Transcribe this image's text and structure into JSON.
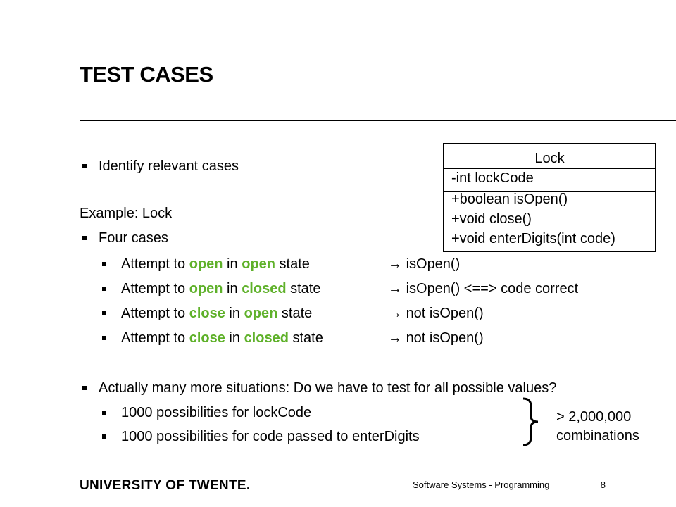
{
  "slide": {
    "title": "TEST CASES",
    "bullet1": "Identify relevant cases",
    "example_label": "Example: Lock",
    "four_cases": "Four cases",
    "cases": [
      {
        "pre": "Attempt to ",
        "action": "open",
        "mid": " in ",
        "state": "open",
        "post": " state",
        "result": "isOpen()"
      },
      {
        "pre": "Attempt to ",
        "action": "open",
        "mid": " in ",
        "state": "closed",
        "post": " state",
        "result": "isOpen() <==> code correct"
      },
      {
        "pre": "Attempt to ",
        "action": "close",
        "mid": " in ",
        "state": "open",
        "post": " state",
        "result": "not isOpen()"
      },
      {
        "pre": "Attempt to ",
        "action": "close",
        "mid": " in ",
        "state": "closed",
        "post": " state",
        "result": "not isOpen()"
      }
    ],
    "arrow": "→",
    "many_more": "Actually many more situations: Do we have to test for all possible values?",
    "possibilities": [
      "1000 possibilities for lockCode",
      "1000 possibilities for code passed to enterDigits"
    ],
    "combinations_line1": "> 2,000,000",
    "combinations_line2": "combinations"
  },
  "uml": {
    "class_name": "Lock",
    "attribute": "-int lockCode",
    "operations": [
      "+boolean isOpen()",
      "+void close()",
      "+void enterDigits(int code)"
    ]
  },
  "footer": {
    "logo": "UNIVERSITY OF TWENTE.",
    "course": "Software Systems - Programming",
    "page": "8"
  },
  "colors": {
    "highlight": "#5fb12a",
    "text": "#000000"
  }
}
